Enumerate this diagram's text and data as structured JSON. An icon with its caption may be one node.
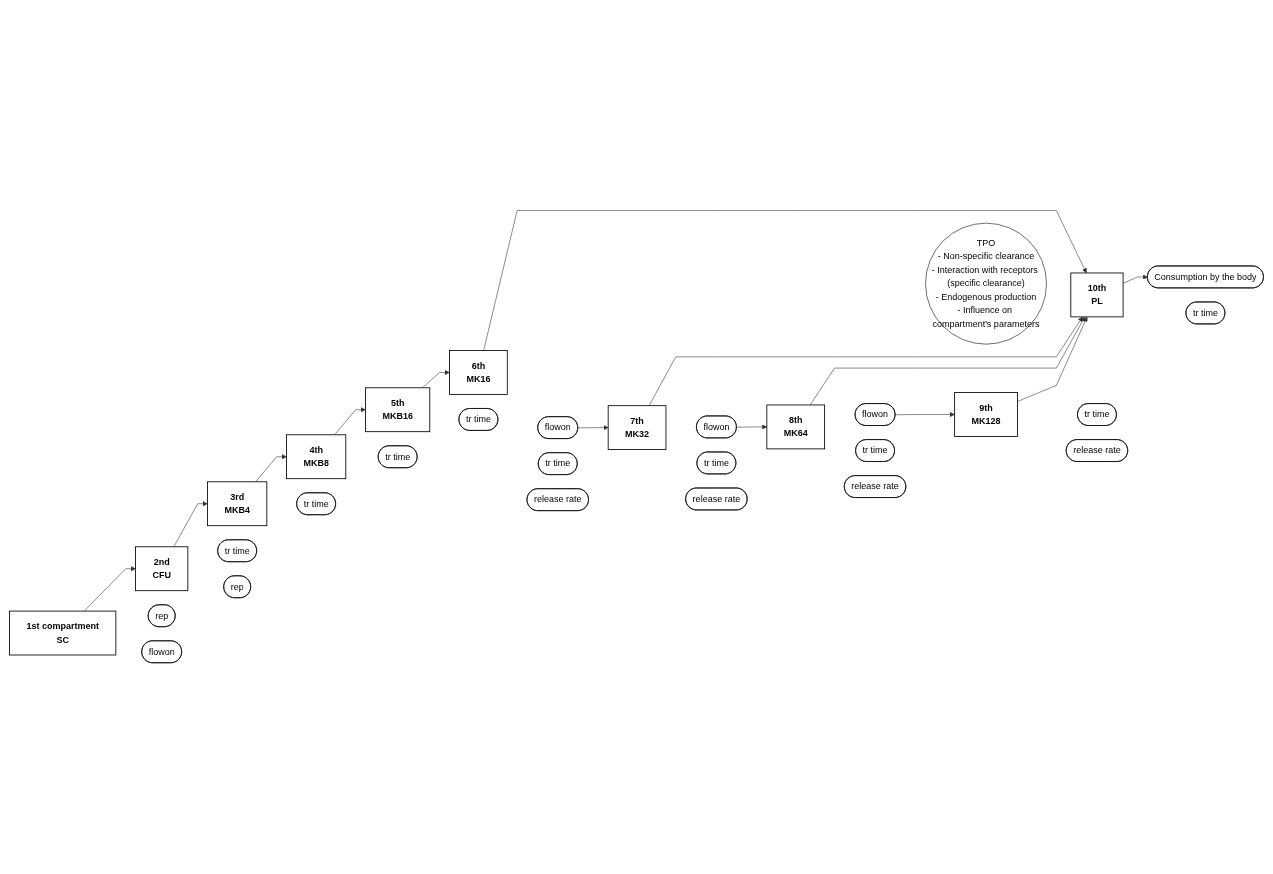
{
  "diagram": {
    "nodes": [
      {
        "text": [
          "1st compartment",
          "SC"
        ]
      },
      {
        "text": [
          "rep"
        ]
      },
      {
        "text": [
          "flowon"
        ]
      },
      {
        "text": [
          "2nd",
          "CFU"
        ]
      },
      {
        "text": [
          "tr time"
        ]
      },
      {
        "text": [
          "rep"
        ]
      },
      {
        "text": [
          "3rd",
          "MKB4"
        ]
      },
      {
        "text": [
          "tr time"
        ]
      },
      {
        "text": [
          "4th",
          "MKB8"
        ]
      },
      {
        "text": [
          "tr time"
        ]
      },
      {
        "text": [
          "5th",
          "MKB16"
        ]
      },
      {
        "text": [
          "tr time"
        ]
      },
      {
        "text": [
          "flowon"
        ]
      },
      {
        "text": [
          "6th",
          "MK16"
        ]
      },
      {
        "text": [
          "tr time"
        ]
      },
      {
        "text": [
          "release rate"
        ]
      },
      {
        "text": [
          "flowon"
        ]
      },
      {
        "text": [
          "7th",
          "MK32"
        ]
      },
      {
        "text": [
          "tr time"
        ]
      },
      {
        "text": [
          "release rate"
        ]
      },
      {
        "text": [
          "flowon"
        ]
      },
      {
        "text": [
          "8th",
          "MK64"
        ]
      },
      {
        "text": [
          "tr time"
        ]
      },
      {
        "text": [
          "release rate"
        ]
      },
      {
        "text": [
          "9th",
          "MK128"
        ]
      },
      {
        "text": [
          "tr time"
        ]
      },
      {
        "text": [
          "release rate"
        ]
      },
      {
        "text": [
          "TPO",
          "- Non-specific clearance",
          "- Interaction with receptors (specific clearance)",
          "- Endogenous production",
          "- Influence on compartment's parameters"
        ]
      },
      {
        "text": [
          "tr time"
        ]
      },
      {
        "text": [
          "10th",
          "PL"
        ]
      },
      {
        "text": [
          "Consumption by the body"
        ]
      }
    ],
    "edges": [
      {
        "from": 0,
        "to": 3,
        "arrow": "to"
      },
      {
        "from": 3,
        "to": 6,
        "arrow": "to"
      },
      {
        "from": 6,
        "to": 8,
        "arrow": "to"
      },
      {
        "from": 8,
        "to": 10,
        "arrow": "to"
      },
      {
        "from": 10,
        "to": 13,
        "arrow": "to"
      },
      {
        "from": 12,
        "to": 17,
        "arrow": "to"
      },
      {
        "from": 16,
        "to": 21,
        "arrow": "to"
      },
      {
        "from": 20,
        "to": 24,
        "arrow": "to"
      },
      {
        "from": 13,
        "to": 29,
        "arrow": "to"
      },
      {
        "from": 17,
        "to": 29,
        "arrow": "to"
      },
      {
        "from": 21,
        "to": 29,
        "arrow": "to"
      },
      {
        "from": 24,
        "to": 29,
        "arrow": "to"
      },
      {
        "from": 29,
        "to": 30,
        "arrow": "to"
      }
    ]
  }
}
